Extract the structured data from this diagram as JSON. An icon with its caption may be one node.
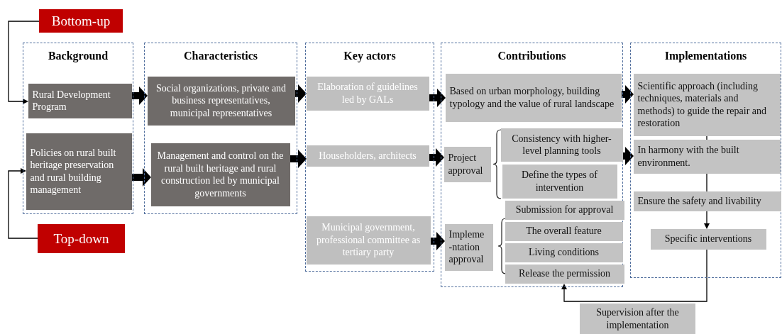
{
  "diagram": {
    "nodes": [
      {
        "text": [
          "Bottom-up"
        ]
      },
      {
        "text": [
          "Background"
        ]
      },
      {
        "text": [
          "Rural Development Program"
        ],
        "in": 1
      },
      {
        "text": [
          "Policies on rural built heritage preservation and rural building management"
        ],
        "in": 1
      },
      {
        "text": [
          "Characteristics"
        ]
      },
      {
        "text": [
          "Social organizations, private and business representatives, municipal representatives"
        ],
        "in": 4
      },
      {
        "text": [
          "Management and control on the rural built heritage and rural construction led by municipal governments"
        ],
        "in": 4
      },
      {
        "text": [
          "Key actors"
        ]
      },
      {
        "text": [
          "Elaboration of guidelines led by GALs"
        ],
        "in": 7
      },
      {
        "text": [
          "Householders, architects"
        ],
        "in": 7
      },
      {
        "text": [
          "Municipal government, professional committee as tertiary party"
        ],
        "in": 7
      },
      {
        "text": [
          "Contributions"
        ]
      },
      {
        "text": [
          "Based on urban morphology, building typology and the value of rural landscape"
        ],
        "in": 11
      },
      {
        "text": [
          "Project approval"
        ],
        "in": 11
      },
      {
        "text": [
          "Consistency with higher-level planning tools"
        ],
        "in": 11
      },
      {
        "text": [
          "Define the types of intervention"
        ],
        "in": 11
      },
      {
        "text": [
          "Submission for approval"
        ],
        "in": 11
      },
      {
        "text": [
          "Impleme -ntation approval"
        ],
        "in": 11
      },
      {
        "text": [
          "The overall feature"
        ],
        "in": 11
      },
      {
        "text": [
          "Living conditions"
        ],
        "in": 11
      },
      {
        "text": [
          "Release the permission"
        ],
        "in": 11
      },
      {
        "text": [
          "Implementations"
        ]
      },
      {
        "text": [
          "Scientific approach (including techniques, materials and methods) to guide the repair and restoration"
        ],
        "in": 21
      },
      {
        "text": [
          "In harmony with the built environment."
        ],
        "in": 21
      },
      {
        "text": [
          "Ensure the safety and livability"
        ],
        "in": 21
      },
      {
        "text": [
          "Specific interventions"
        ],
        "in": 21
      },
      {
        "text": [
          "Top-down"
        ]
      },
      {
        "text": [
          "Supervision after the implementation"
        ]
      }
    ],
    "edges": [
      {
        "from": 0,
        "to": 2,
        "arrow": "to"
      },
      {
        "from": 26,
        "to": 3,
        "arrow": "to"
      },
      {
        "from": 2,
        "to": 5,
        "arrow": "to"
      },
      {
        "from": 3,
        "to": 6,
        "arrow": "to"
      },
      {
        "from": 5,
        "to": 8,
        "arrow": "to"
      },
      {
        "from": 6,
        "to": 9,
        "arrow": "to"
      },
      {
        "from": 8,
        "to": 12,
        "arrow": "to"
      },
      {
        "from": 9,
        "to": 13,
        "arrow": "to"
      },
      {
        "from": 10,
        "to": 17,
        "arrow": "to"
      },
      {
        "from": 12,
        "to": 22,
        "arrow": "to"
      },
      {
        "from": 14,
        "to": 23,
        "arrow": "to"
      },
      {
        "from": 22,
        "to": 23,
        "arrow": "none"
      },
      {
        "from": 23,
        "to": 24,
        "arrow": "none"
      },
      {
        "from": 24,
        "to": 25,
        "arrow": "to"
      },
      {
        "from": 25,
        "to": 20,
        "arrow": "to"
      }
    ]
  }
}
